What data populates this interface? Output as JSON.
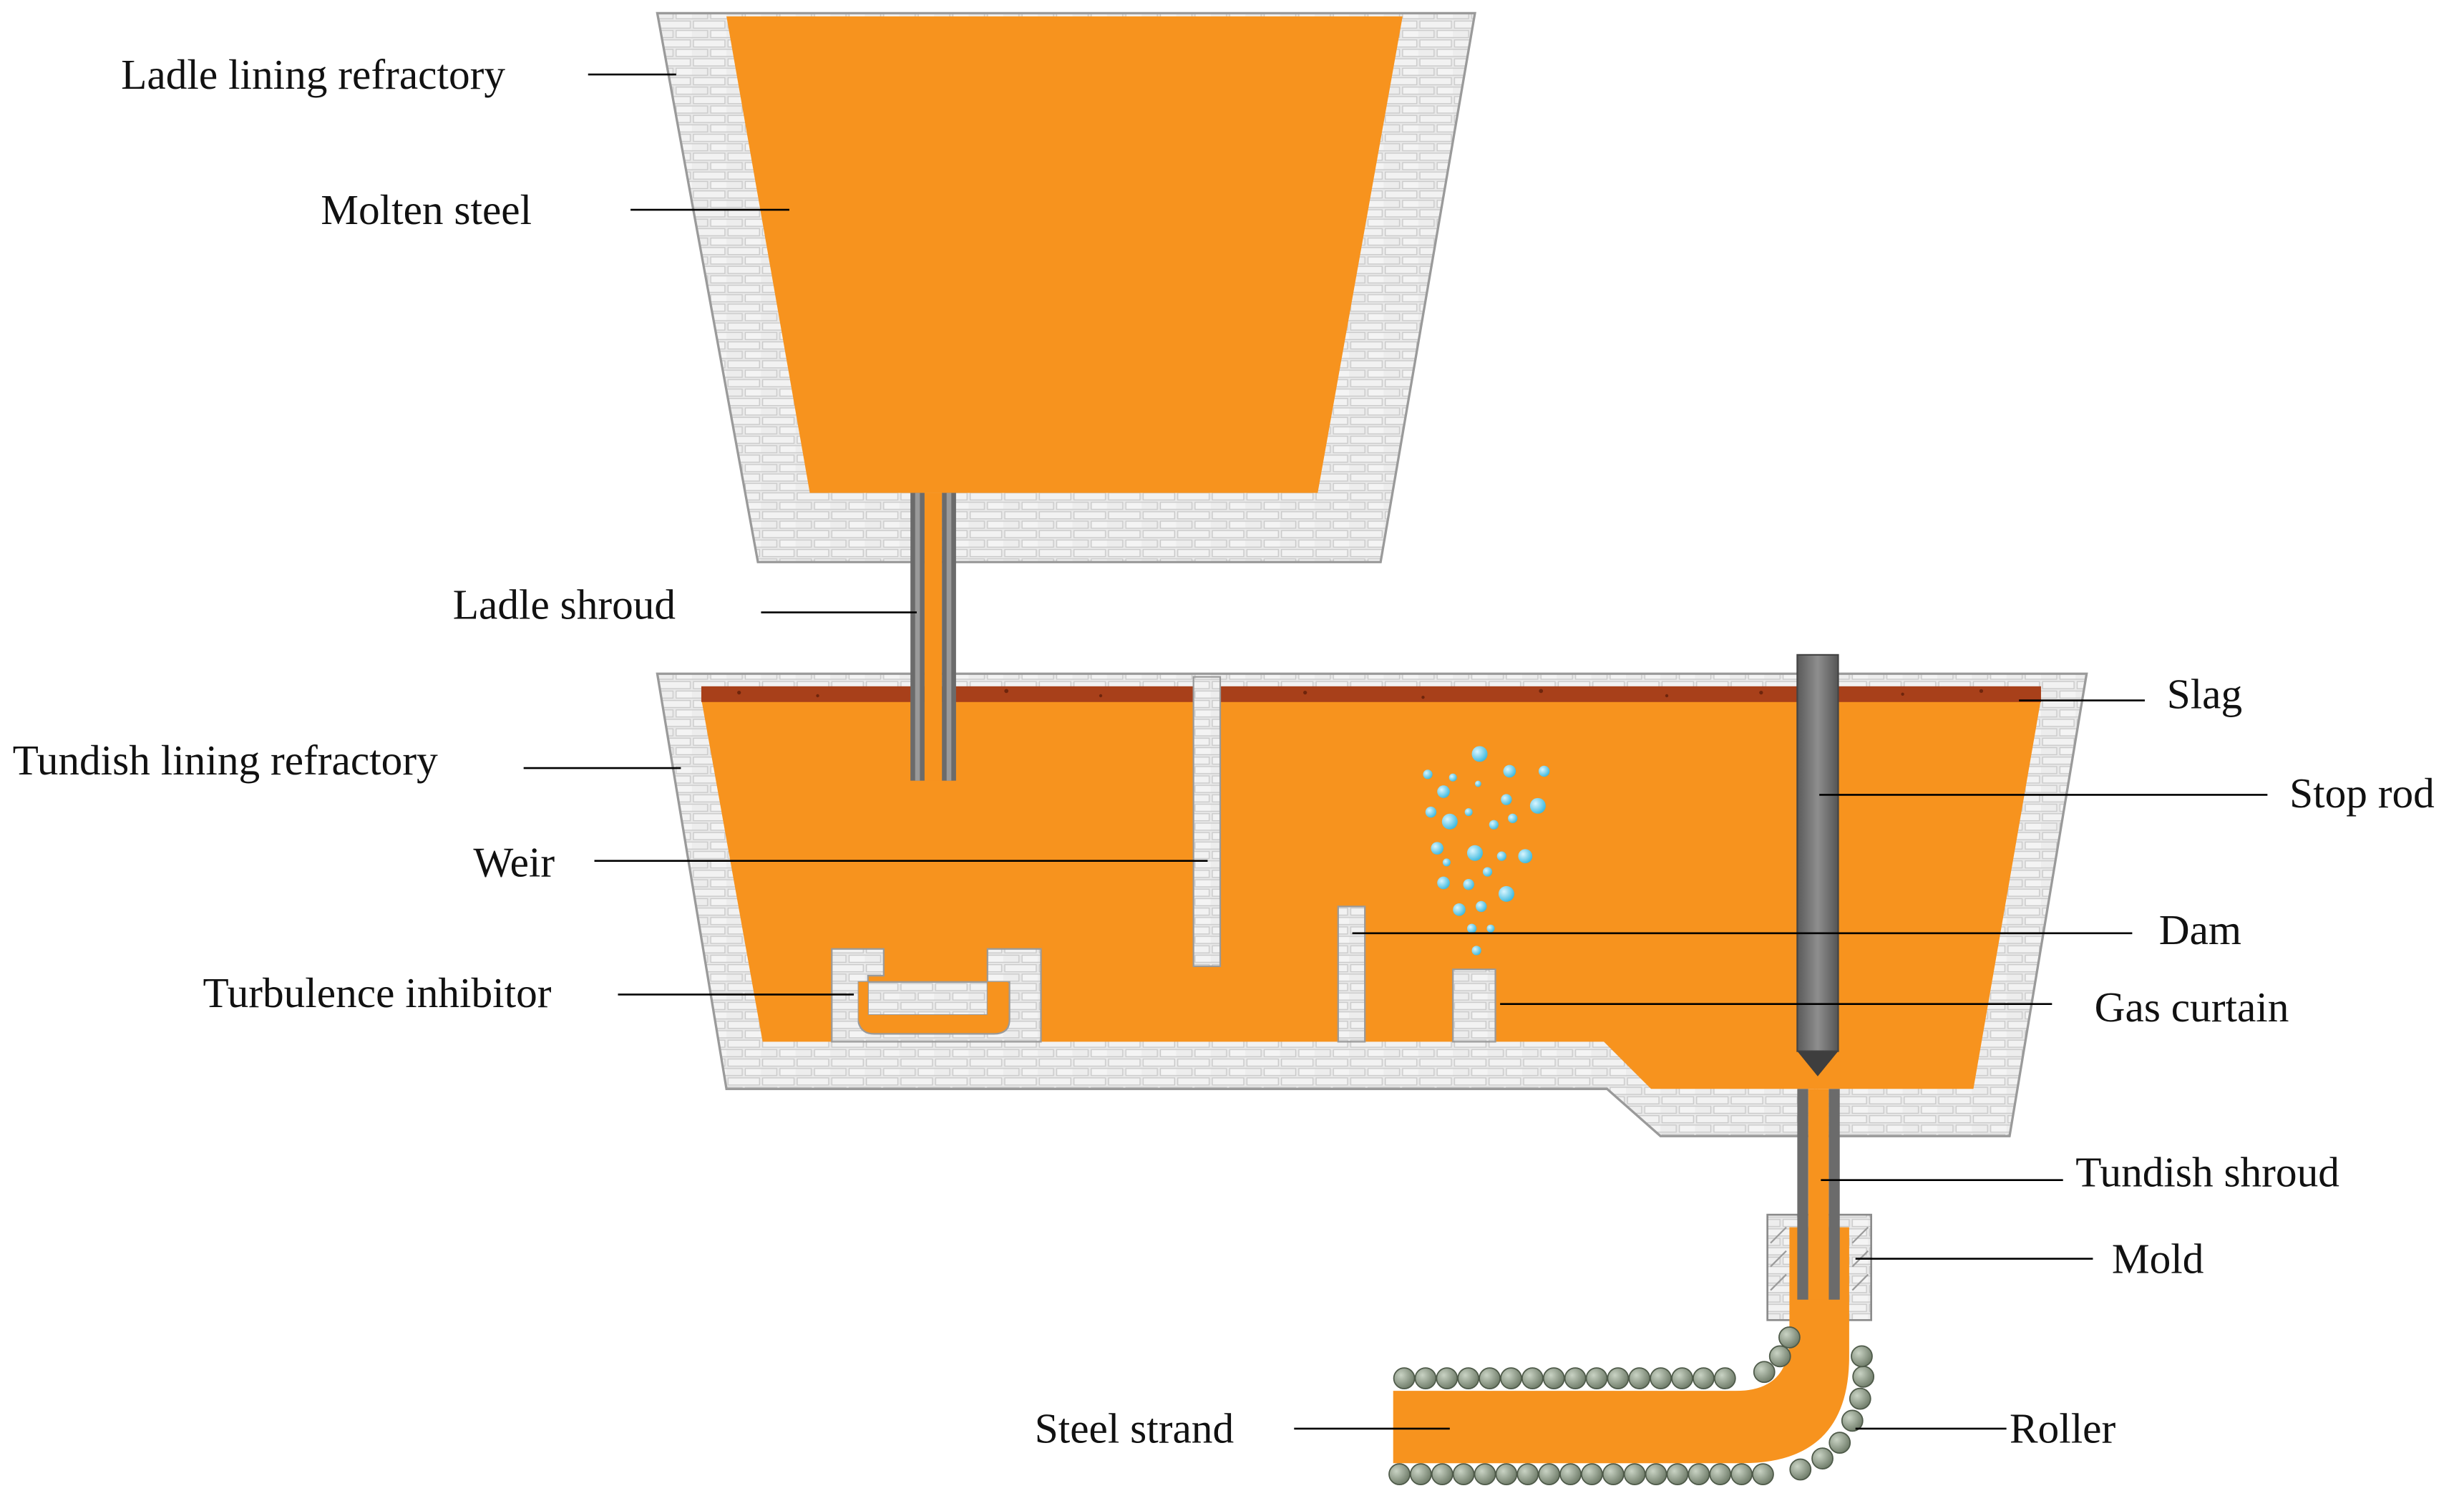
{
  "labels": {
    "ladle_lining_refractory": "Ladle lining refractory",
    "molten_steel": "Molten steel",
    "ladle_shroud": "Ladle shroud",
    "tundish_lining_refractory": "Tundish lining refractory",
    "weir": "Weir",
    "turbulence_inhibitor": "Turbulence inhibitor",
    "slag": "Slag",
    "stop_rod": "Stop rod",
    "dam": "Dam",
    "gas_curtain": "Gas curtain",
    "tundish_shroud": "Tundish shroud",
    "mold": "Mold",
    "steel_strand": "Steel strand",
    "roller": "Roller"
  },
  "colors": {
    "molten_steel": "#f7931e",
    "refractory": "#e6e6e6",
    "refractory_edge": "#9a9a9a",
    "slag": "#a8401a",
    "stop_rod": "#6f6f6f",
    "shroud": "#6b6b6b",
    "roller": "#8c9a86",
    "bubble": "#54c8e8",
    "leader_line": "#000000"
  },
  "icons": {
    "gas_bubble": "bubble-icon",
    "roller": "roller-icon"
  }
}
